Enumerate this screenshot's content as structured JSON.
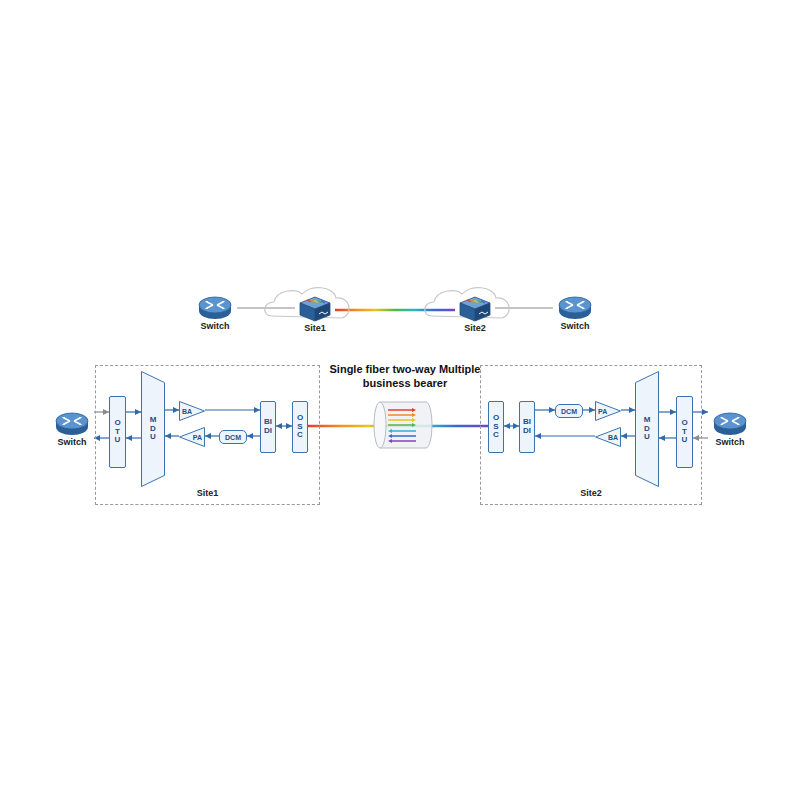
{
  "diagram": {
    "nodes": [
      {
        "text": [
          "Switch"
        ]
      },
      {
        "text": [
          "Site1"
        ]
      },
      {
        "text": [
          "Site2"
        ]
      },
      {
        "text": [
          "Switch"
        ]
      },
      {
        "text": [
          "Switch"
        ]
      },
      {
        "text": [
          "Site1"
        ]
      },
      {
        "text": [
          "OTU"
        ],
        "in": 5
      },
      {
        "text": [
          "MDU"
        ],
        "in": 5
      },
      {
        "text": [
          "BA"
        ],
        "in": 5
      },
      {
        "text": [
          "PA"
        ],
        "in": 5
      },
      {
        "text": [
          "DCM"
        ],
        "in": 5
      },
      {
        "text": [
          "BIDI"
        ],
        "in": 5
      },
      {
        "text": [
          "OSC"
        ],
        "in": 5
      },
      {
        "text": [
          "Site2"
        ]
      },
      {
        "text": [
          "OSC"
        ],
        "in": 13
      },
      {
        "text": [
          "BIDI"
        ],
        "in": 13
      },
      {
        "text": [
          "DCM"
        ],
        "in": 13
      },
      {
        "text": [
          "PA"
        ],
        "in": 13
      },
      {
        "text": [
          "MDU"
        ],
        "in": 13
      },
      {
        "text": [
          "BA"
        ],
        "in": 13
      },
      {
        "text": [
          "OTU"
        ],
        "in": 13
      },
      {
        "text": [
          "Switch"
        ]
      }
    ],
    "edges": [
      {
        "from": 0,
        "to": 1,
        "arrow": "none"
      },
      {
        "from": 1,
        "to": 2,
        "arrow": "none"
      },
      {
        "from": 2,
        "to": 3,
        "arrow": "none"
      },
      {
        "from": 4,
        "to": 6,
        "arrow": "to"
      },
      {
        "from": 6,
        "to": 4,
        "arrow": "to"
      },
      {
        "from": 6,
        "to": 7,
        "arrow": "to"
      },
      {
        "from": 7,
        "to": 6,
        "arrow": "to"
      },
      {
        "from": 7,
        "to": 8,
        "arrow": "to"
      },
      {
        "from": 8,
        "to": 11,
        "arrow": "to"
      },
      {
        "from": 11,
        "to": 10,
        "arrow": "to"
      },
      {
        "from": 10,
        "to": 9,
        "arrow": "to"
      },
      {
        "from": 9,
        "to": 7,
        "arrow": "to"
      },
      {
        "from": 11,
        "to": 12,
        "arrow": "both"
      },
      {
        "from": 12,
        "to": 14,
        "arrow": "none"
      },
      {
        "from": 14,
        "to": 15,
        "arrow": "both"
      },
      {
        "from": 15,
        "to": 16,
        "arrow": "to"
      },
      {
        "from": 16,
        "to": 17,
        "arrow": "to"
      },
      {
        "from": 17,
        "to": 18,
        "arrow": "to"
      },
      {
        "from": 18,
        "to": 19,
        "arrow": "to"
      },
      {
        "from": 19,
        "to": 15,
        "arrow": "to"
      },
      {
        "from": 18,
        "to": 20,
        "arrow": "to"
      },
      {
        "from": 20,
        "to": 18,
        "arrow": "to"
      },
      {
        "from": 20,
        "to": 21,
        "arrow": "to"
      },
      {
        "from": 21,
        "to": 20,
        "arrow": "to"
      }
    ],
    "labels": [
      "Single fiber two-way Multiple business bearer"
    ]
  }
}
